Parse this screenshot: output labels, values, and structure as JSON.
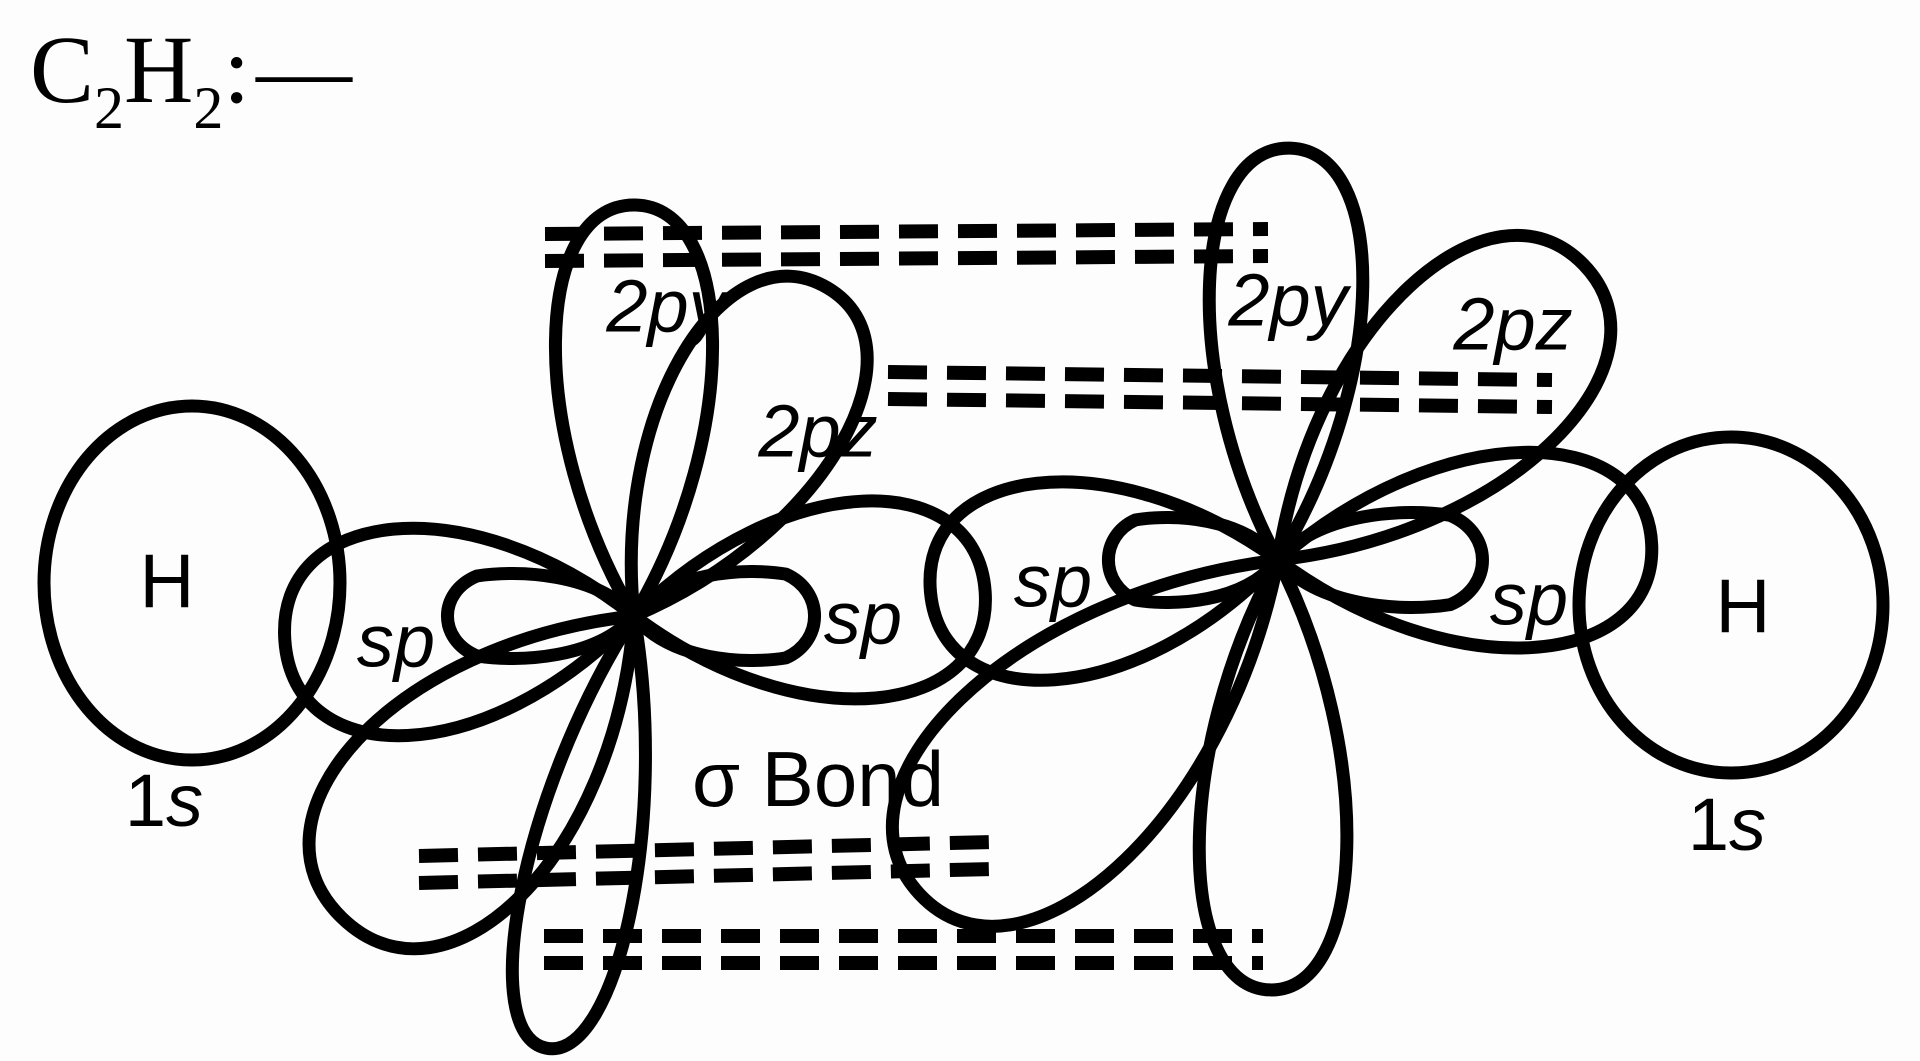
{
  "colors": {
    "ink": "#000000",
    "background": "#fdfdfd"
  },
  "formula": {
    "c": "C",
    "c_subscript": "2",
    "h": "H",
    "h_subscript": "2",
    "colon": ":",
    "bond_dash": "—"
  },
  "hydrogens": {
    "left": {
      "atom": "H",
      "orbital_number": "1",
      "orbital_letter": "s"
    },
    "right": {
      "atom": "H",
      "orbital_number": "1",
      "orbital_letter": "s"
    }
  },
  "carbons": {
    "left": {
      "py": "2py",
      "pz": "2pz",
      "sp_outer": "sp",
      "sp_inner": "sp"
    },
    "right": {
      "py": "2py",
      "pz": "2pz",
      "sp_inner": "sp",
      "sp_outer": "sp"
    }
  },
  "bond_labels": {
    "sigma": "σ Bond"
  }
}
